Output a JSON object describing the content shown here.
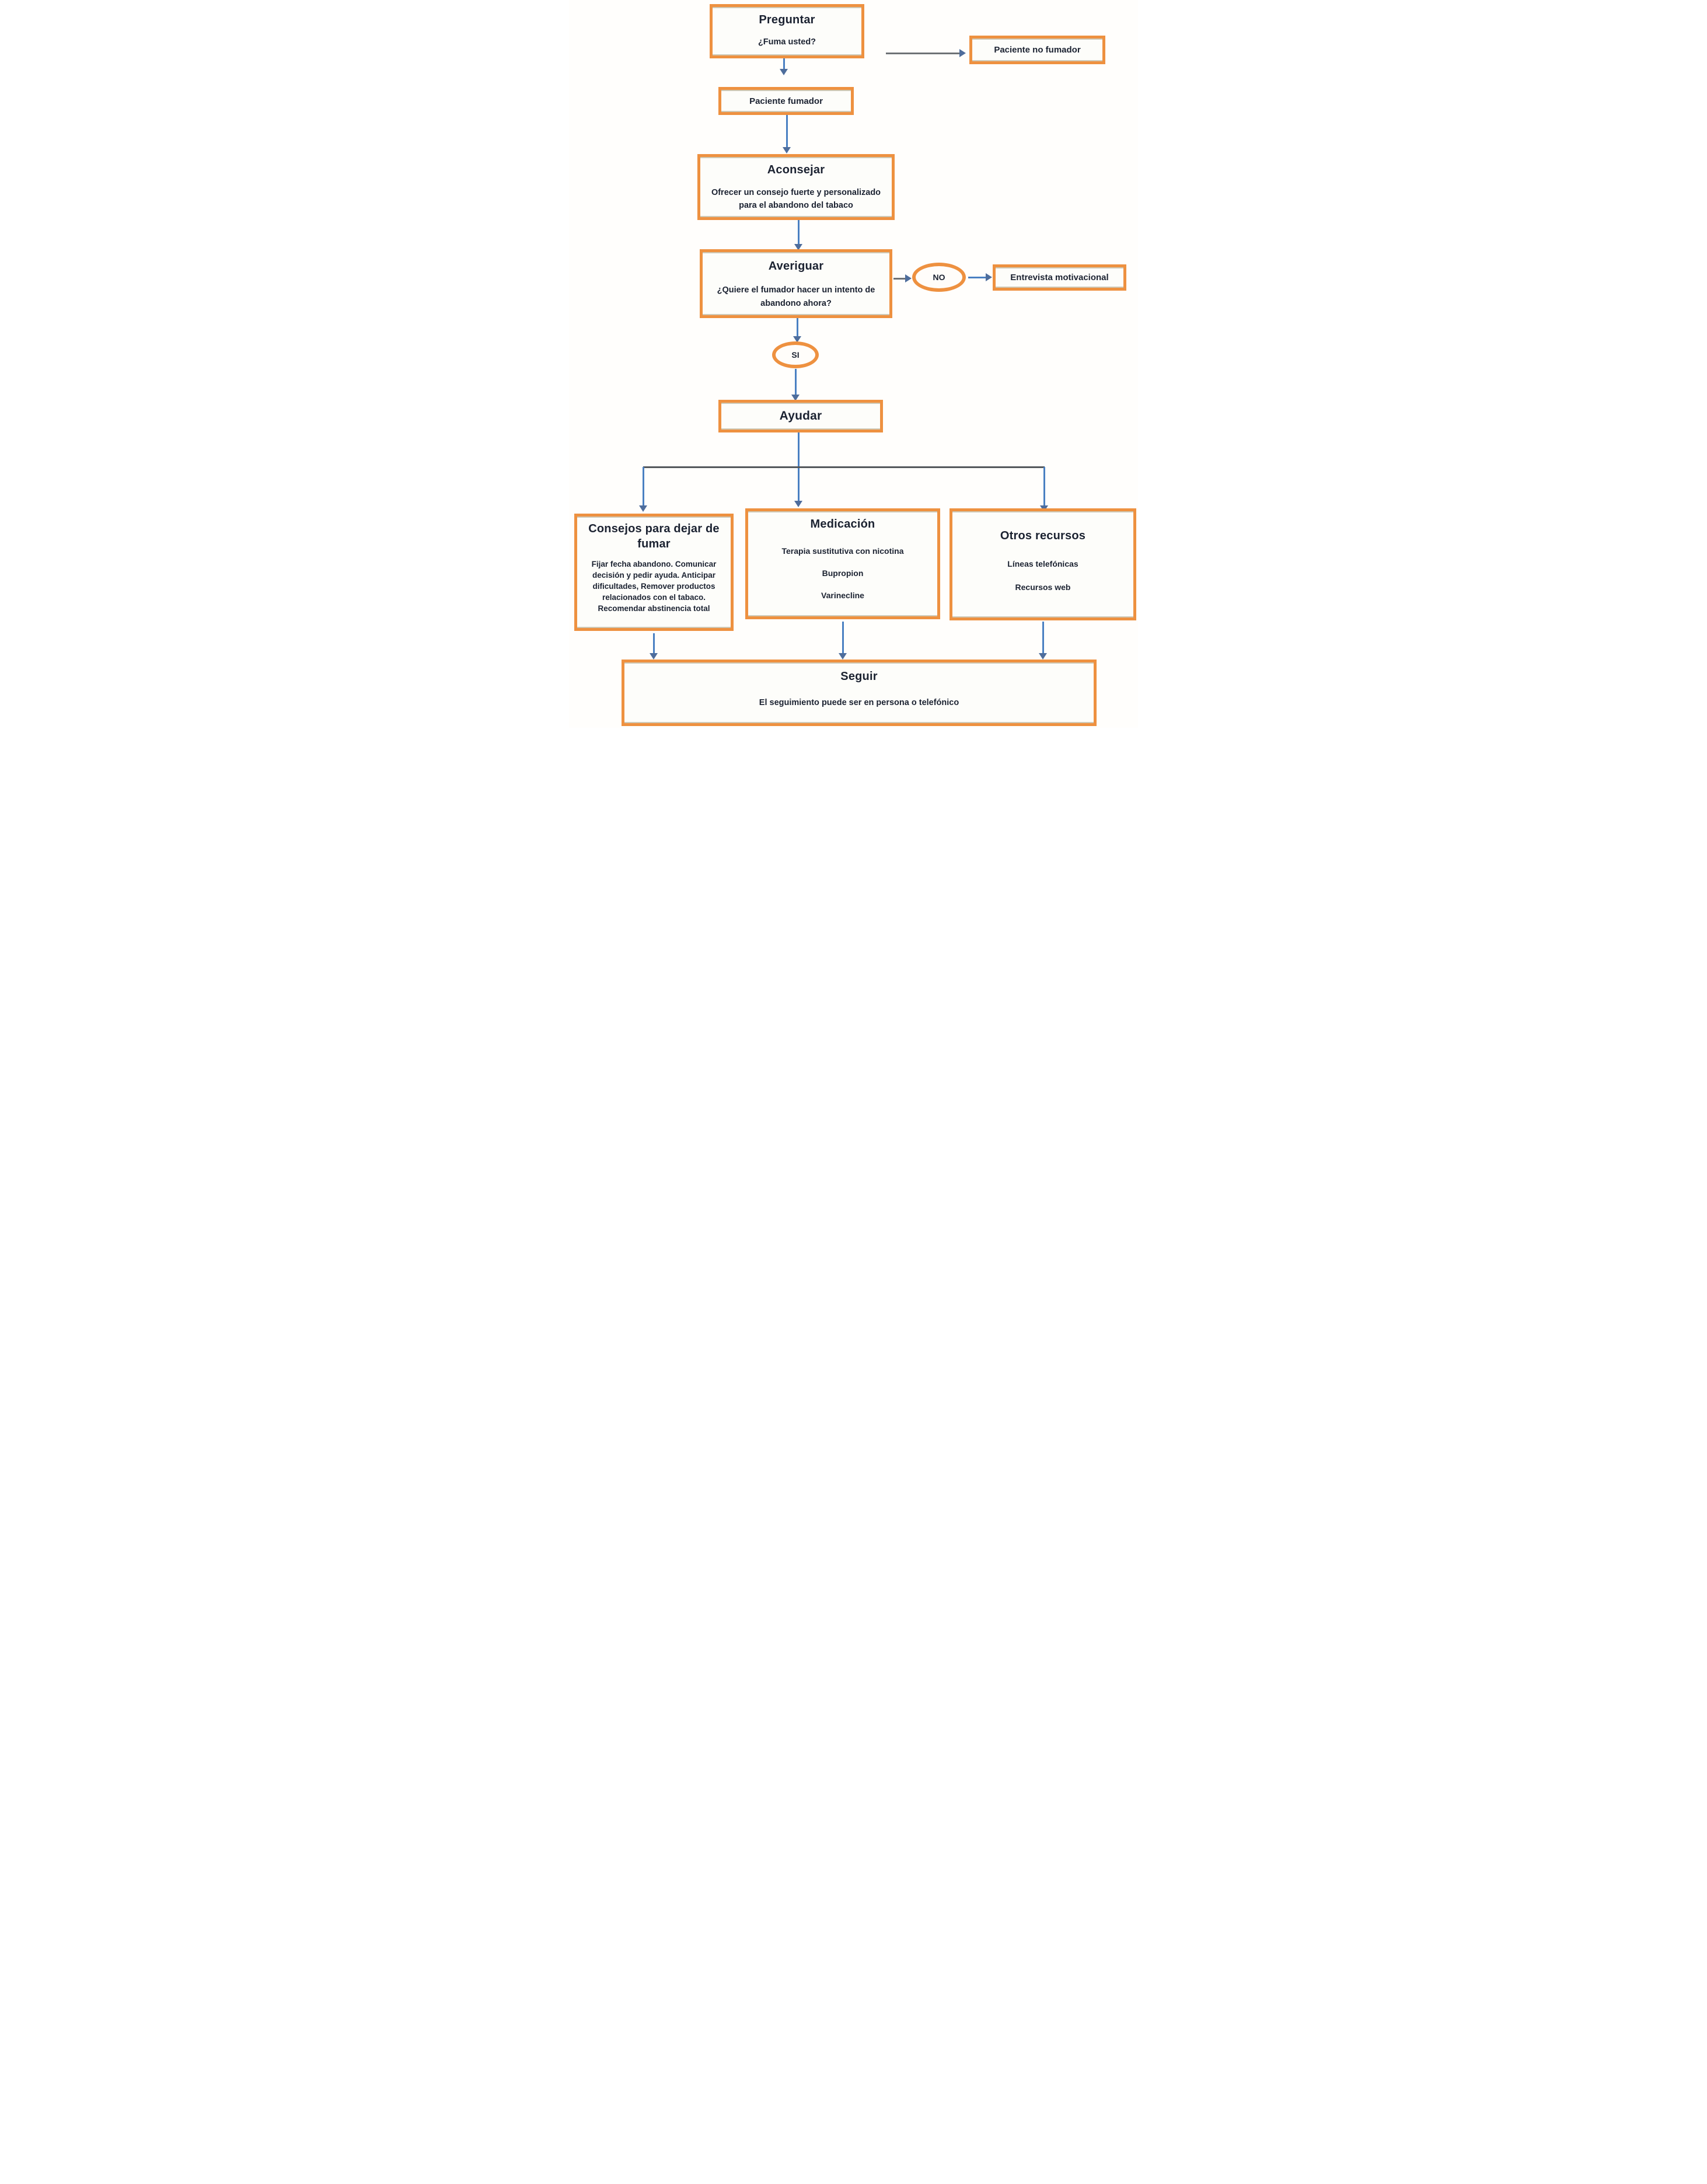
{
  "diagram": {
    "colors": {
      "accent": "#ee9140",
      "arrow": "#4a80c2",
      "arrowhead": "#4e6d9c",
      "line": "#54585c",
      "ink": "#1b2231"
    },
    "nodes": {
      "preguntar": {
        "title": "Preguntar",
        "subtitle": "¿Fuma usted?"
      },
      "paciente_no_fumador": {
        "label": "Paciente no fumador"
      },
      "paciente_fumador": {
        "label": "Paciente  fumador"
      },
      "aconsejar": {
        "title": "Aconsejar",
        "subtitle": "Ofrecer un consejo fuerte y personalizado para el abandono del tabaco"
      },
      "averiguar": {
        "title": "Averiguar",
        "subtitle": "¿Quiere el fumador hacer un intento de abandono ahora?"
      },
      "no": {
        "label": "NO"
      },
      "si": {
        "label": "SI"
      },
      "entrevista": {
        "label": "Entrevista motivacional"
      },
      "ayudar": {
        "title": "Ayudar"
      },
      "consejos": {
        "title": "Consejos para dejar de fumar",
        "body": "Fijar fecha abandono. Comunicar decisión y pedir ayuda. Anticipar dificultades, Remover productos relacionados con el  tabaco. Recomendar abstinencia total"
      },
      "medicacion": {
        "title": "Medicación",
        "items": [
          "Terapia sustitutiva con nicotina",
          "Bupropion",
          "Varinecline"
        ]
      },
      "otros": {
        "title": "Otros recursos",
        "items": [
          "Líneas telefónicas",
          "Recursos web"
        ]
      },
      "seguir": {
        "title": "Seguir",
        "subtitle": "El seguimiento puede ser en persona o telefónico"
      }
    }
  }
}
